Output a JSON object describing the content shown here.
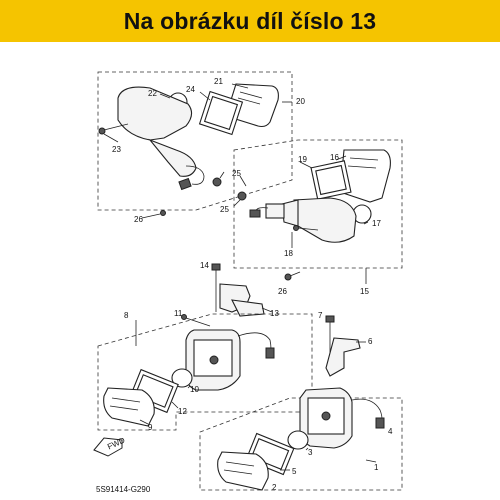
{
  "banner": {
    "text": "Na obrázku díl číslo 13",
    "bg_color": "#f5c400"
  },
  "diagram": {
    "callouts": {
      "c1": "1",
      "c2": "2",
      "c3": "3",
      "c4": "4",
      "c5": "5",
      "c6": "6",
      "c7": "7",
      "c8": "8",
      "c9": "9",
      "c10": "10",
      "c11": "11",
      "c12": "12",
      "c13": "13",
      "c14": "14",
      "c15": "15",
      "c16": "16",
      "c17": "17",
      "c18": "18",
      "c19": "19",
      "c20": "20",
      "c21": "21",
      "c22": "22",
      "c23": "23",
      "c24": "24",
      "c25a": "25",
      "c25b": "25",
      "c26a": "26",
      "c26b": "26"
    },
    "fwd_label": "FWD",
    "code": "5S91414-G290"
  }
}
